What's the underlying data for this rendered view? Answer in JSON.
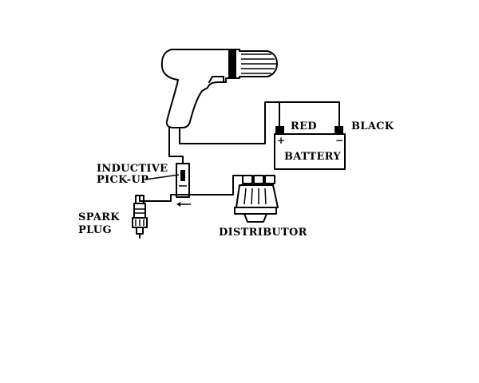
{
  "labels": {
    "inductive_line1": "INDUCTIVE",
    "inductive_line2": "PICK-UP",
    "spark_line1": "SPARK",
    "spark_line2": "PLUG",
    "distributor": "DISTRIBUTOR",
    "battery": "BATTERY",
    "red": "RED",
    "black": "BLACK",
    "plus": "+",
    "minus": "−"
  },
  "colors": {
    "line": "#000000",
    "background": "#ffffff"
  }
}
